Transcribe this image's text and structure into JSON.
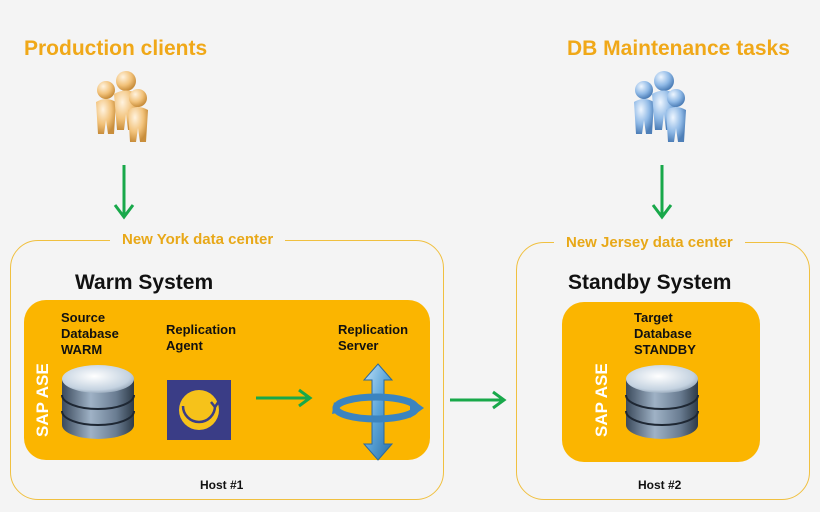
{
  "left": {
    "heading": "Production clients",
    "dc_label": "New York data center",
    "system_title": "Warm System",
    "sap_label": "SAP ASE",
    "source_db_lines": [
      "Source",
      "Database",
      "WARM"
    ],
    "rep_agent_lines": [
      "Replication",
      "Agent"
    ],
    "rep_server_lines": [
      "Replication",
      "Server"
    ],
    "host": "Host #1",
    "people_icon": "users-group-icon",
    "people_color": "#f2c27a"
  },
  "right": {
    "heading": "DB Maintenance tasks",
    "dc_label": "New Jersey data center",
    "system_title": "Standby System",
    "sap_label": "SAP ASE",
    "target_db_lines": [
      "Target",
      "Database",
      "STANDBY"
    ],
    "host": "Host #2",
    "people_icon": "users-group-icon",
    "people_color": "#8fb9e6"
  },
  "colors": {
    "accent_orange": "#f0a818",
    "panel_gold": "#fbb500",
    "arrow_green": "#18a84a",
    "agent_blue": "#3a3d86"
  }
}
